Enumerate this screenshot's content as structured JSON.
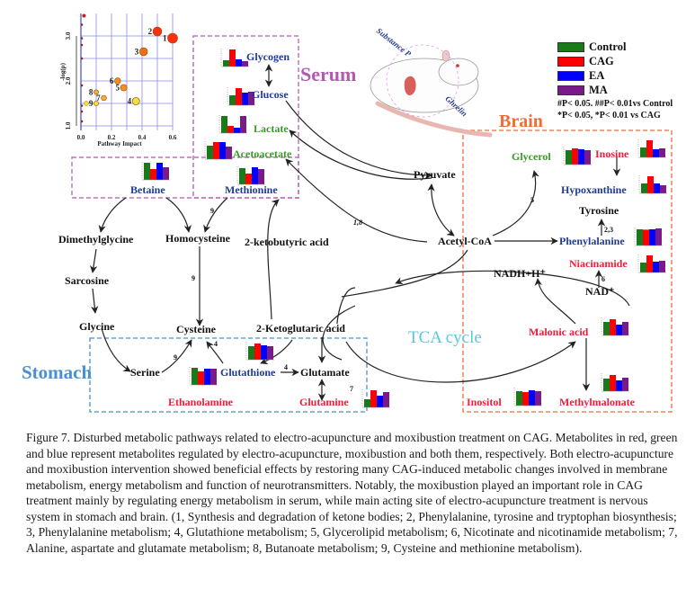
{
  "figure": {
    "regions": {
      "serum": {
        "title": "Serum",
        "color": "#b25ab0"
      },
      "brain": {
        "title": "Brain",
        "color": "#ef6b3c"
      },
      "stomach": {
        "title": "Stomach",
        "color": "#4a90d0"
      },
      "tca": {
        "title": "TCA cycle",
        "color": "#5ec4dc"
      }
    },
    "legend": {
      "items": [
        {
          "label": "Control",
          "color": "#1a7a1a"
        },
        {
          "label": "CAG",
          "color": "#ff0000"
        },
        {
          "label": "EA",
          "color": "#0000ff"
        },
        {
          "label": "MA",
          "color": "#7a1a8a"
        }
      ],
      "note1": "#P< 0.05. ##P< 0.01vs Control",
      "note2": "*P< 0.05, *P< 0.01 vs CAG"
    },
    "rat": {
      "label_substance_p": "Substance P",
      "label_ghrelin": "Ghrelin"
    },
    "metabolites": {
      "glycogen": "Glycogen",
      "glucose": "Glucose",
      "lactate": "Lactate",
      "acetoacetate": "Acetoacetate",
      "betaine": "Betaine",
      "methionine": "Methionine",
      "pyruvate": "Pyruvate",
      "acetyl_coa": "Acetyl-CoA",
      "dimethylglycine": "Dimethylglycine",
      "homocysteine": "Homocysteine",
      "ketobutyric": "2-ketobutyric acid",
      "sarcosine": "Sarcosine",
      "glycine": "Glycine",
      "cysteine": "Cysteine",
      "ketoglutaric": "2-Ketoglutaric acid",
      "serine": "Serine",
      "glutathione": "Glutathione",
      "glutamate": "Glutamate",
      "ethanolamine": "Ethanolamine",
      "glutamine": "Glutamine",
      "glycerol": "Glycerol",
      "inosine": "Inosine",
      "hypoxanthine": "Hypoxanthine",
      "tyrosine": "Tyrosine",
      "phenylalanine": "Phenylalanine",
      "niacinamide": "Niacinamide",
      "nadh": "NADH+H⁺",
      "nad": "NAD⁺",
      "malonic": "Malonic acid",
      "inositol": "Inositol",
      "methylmalonate": "Methylmalonate"
    },
    "pathway_numbers": {
      "n18": "1,8",
      "n5": "5",
      "n23": "2,3",
      "n6": "6",
      "n9a": "9",
      "n9b": "9",
      "n9c": "9",
      "n4a": "4",
      "n4b": "4",
      "n7": "7"
    },
    "mini_bars": [
      {
        "id": "glycogen",
        "values": [
          0.35,
          0.95,
          0.4,
          0.3
        ]
      },
      {
        "id": "glucose",
        "values": [
          0.55,
          0.95,
          0.7,
          0.75
        ]
      },
      {
        "id": "lactate",
        "values": [
          0.95,
          0.4,
          0.3,
          0.95
        ]
      },
      {
        "id": "acetoacetate",
        "values": [
          0.75,
          0.95,
          0.95,
          0.7
        ]
      },
      {
        "id": "methionine",
        "values": [
          0.9,
          0.6,
          0.95,
          0.85
        ]
      },
      {
        "id": "betaine",
        "values": [
          0.95,
          0.6,
          0.95,
          0.7
        ]
      },
      {
        "id": "glycerol",
        "values": [
          0.8,
          0.9,
          0.85,
          0.8
        ]
      },
      {
        "id": "inosine",
        "values": [
          0.55,
          0.95,
          0.45,
          0.5
        ]
      },
      {
        "id": "hypoxanthine",
        "values": [
          0.55,
          0.95,
          0.55,
          0.45
        ]
      },
      {
        "id": "phenylalanine",
        "values": [
          0.9,
          0.88,
          0.9,
          0.95
        ]
      },
      {
        "id": "niacinamide",
        "values": [
          0.55,
          0.95,
          0.6,
          0.65
        ]
      },
      {
        "id": "malonic",
        "values": [
          0.75,
          0.9,
          0.6,
          0.75
        ]
      },
      {
        "id": "methylmalonate",
        "values": [
          0.7,
          0.9,
          0.6,
          0.75
        ]
      },
      {
        "id": "inositol",
        "values": [
          0.8,
          0.75,
          0.85,
          0.8
        ]
      },
      {
        "id": "ethanolamine",
        "values": [
          0.95,
          0.75,
          0.9,
          0.9
        ]
      },
      {
        "id": "glutathione",
        "values": [
          0.75,
          0.9,
          0.8,
          0.75
        ]
      },
      {
        "id": "glutamine",
        "values": [
          0.45,
          0.95,
          0.65,
          0.85
        ]
      }
    ],
    "pathway_plot": {
      "type": "scatter",
      "xlabel": "Pathway Impact",
      "ylabel": "-log(p)",
      "xticks": [
        "0.0",
        "0.2",
        "0.4",
        "0.6"
      ],
      "yticks": [
        "1.0",
        "2.0",
        "3.0"
      ],
      "points": [
        {
          "label": "1",
          "x": 0.6,
          "y": 2.95
        },
        {
          "label": "2",
          "x": 0.5,
          "y": 3.1
        },
        {
          "label": "3",
          "x": 0.41,
          "y": 2.65
        },
        {
          "label": "4",
          "x": 0.36,
          "y": 1.55
        },
        {
          "label": "5",
          "x": 0.28,
          "y": 1.85
        },
        {
          "label": "6",
          "x": 0.24,
          "y": 2.0
        },
        {
          "label": "7",
          "x": 0.15,
          "y": 1.62
        },
        {
          "label": "8",
          "x": 0.1,
          "y": 1.75
        },
        {
          "label": "9",
          "x": 0.1,
          "y": 1.5
        }
      ]
    }
  },
  "chart_data": {
    "type": "scatter",
    "title": "",
    "xlabel": "Pathway Impact",
    "ylabel": "-log(p)",
    "xlim": [
      0.0,
      0.6
    ],
    "ylim": [
      0.9,
      3.5
    ],
    "xticks": [
      0.0,
      0.2,
      0.4,
      0.6
    ],
    "yticks": [
      1.0,
      2.0,
      3.0
    ],
    "grid": true,
    "points": [
      {
        "label": "1",
        "x": 0.6,
        "y": 2.95
      },
      {
        "label": "2",
        "x": 0.5,
        "y": 3.1
      },
      {
        "label": "3",
        "x": 0.41,
        "y": 2.65
      },
      {
        "label": "4",
        "x": 0.36,
        "y": 1.55
      },
      {
        "label": "5",
        "x": 0.28,
        "y": 1.85
      },
      {
        "label": "6",
        "x": 0.24,
        "y": 2.0
      },
      {
        "label": "7",
        "x": 0.15,
        "y": 1.62
      },
      {
        "label": "8",
        "x": 0.1,
        "y": 1.75
      },
      {
        "label": "9",
        "x": 0.1,
        "y": 1.5
      }
    ]
  },
  "caption": {
    "figure_number": "Figure 7.",
    "text": "  Disturbed metabolic pathways related to electro-acupuncture and moxibustion treatment on CAG. Metabolites in red, green and blue represent metabolites regulated by electro-acupuncture, moxibustion and both them, respectively. Both electro-acupuncture and moxibustion intervention showed beneficial effects by restoring many CAG-induced metabolic changes involved in membrane metabolism, energy metabolism and function of neurotransmitters. Notably, the moxibustion played an important role in CAG treatment mainly by regulating energy metabolism in serum, while main acting site of electro-acupuncture treatment is nervous system in stomach and brain. (1, Synthesis and degradation of ketone bodies; 2, Phenylalanine, tyrosine and tryptophan biosynthesis; 3, Phenylalanine metabolism; 4, Glutathione metabolism; 5, Glycerolipid metabolism; 6, Nicotinate and nicotinamide metabolism; 7, Alanine, aspartate and glutamate metabolism; 8, Butanoate metabolism; 9, Cysteine and methionine metabolism)."
  }
}
